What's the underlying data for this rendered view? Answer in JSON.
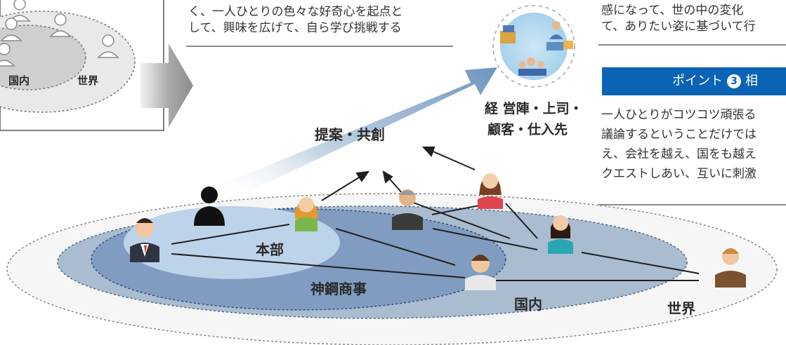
{
  "top_text": {
    "line1": "く、一人ひとりの色々な好奇心を起点と",
    "line2": "して、興味を広げて、自ら学び挑戦する"
  },
  "right_text": {
    "line1": "感になって、世の中の変化",
    "line2": "て、ありたい姿に基づいて行"
  },
  "point": {
    "prefix": "ポイント",
    "number": "3",
    "suffix": "相"
  },
  "point_text": {
    "line1": "一人ひとりがコツコツ頑張る",
    "line2": "議論するということだけでは",
    "line3": "え、会社を越え、国をも越え",
    "line4": "クエストしあい、互いに刺激"
  },
  "stakeholder_label": {
    "line1": "経 営陣・上司・",
    "line2": "顧客・仕入先"
  },
  "left_diagram": {
    "domestic": "国内",
    "world": "世界"
  },
  "main_diagram": {
    "proposal": "提案・共創",
    "headquarters": "本部",
    "company": "神鋼商事",
    "domestic": "国内",
    "world": "世界"
  }
}
